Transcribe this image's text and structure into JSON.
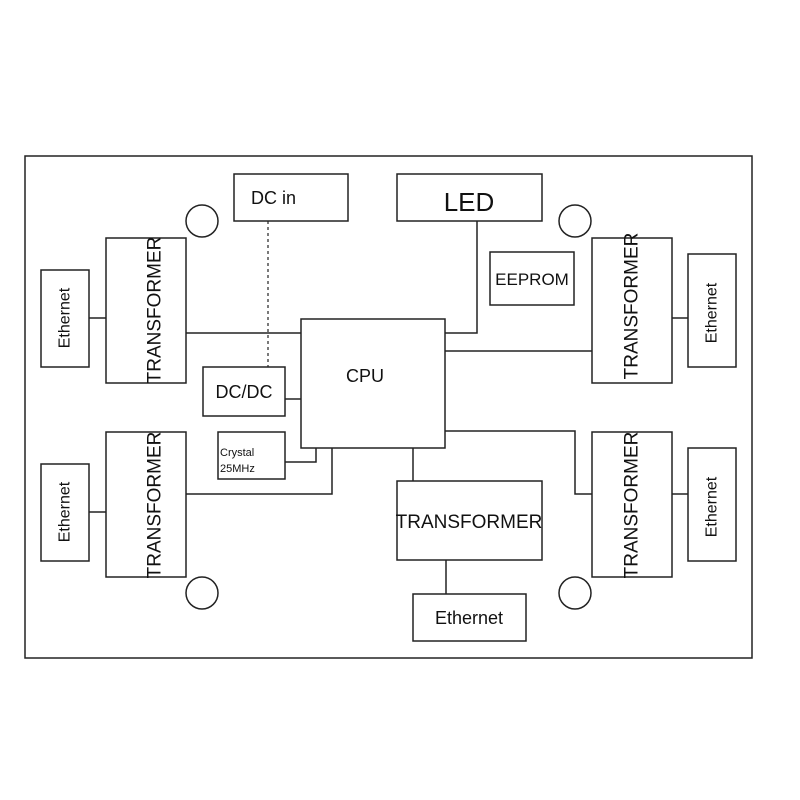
{
  "diagram": {
    "dc_in": "DC in",
    "led": "LED",
    "eeprom": "EEPROM",
    "cpu": "CPU",
    "dcdc": "DC/DC",
    "crystal_line1": "Crystal",
    "crystal_line2": "25MHz",
    "transformer": "TRANSFORMER",
    "ethernet": "Ethernet"
  }
}
